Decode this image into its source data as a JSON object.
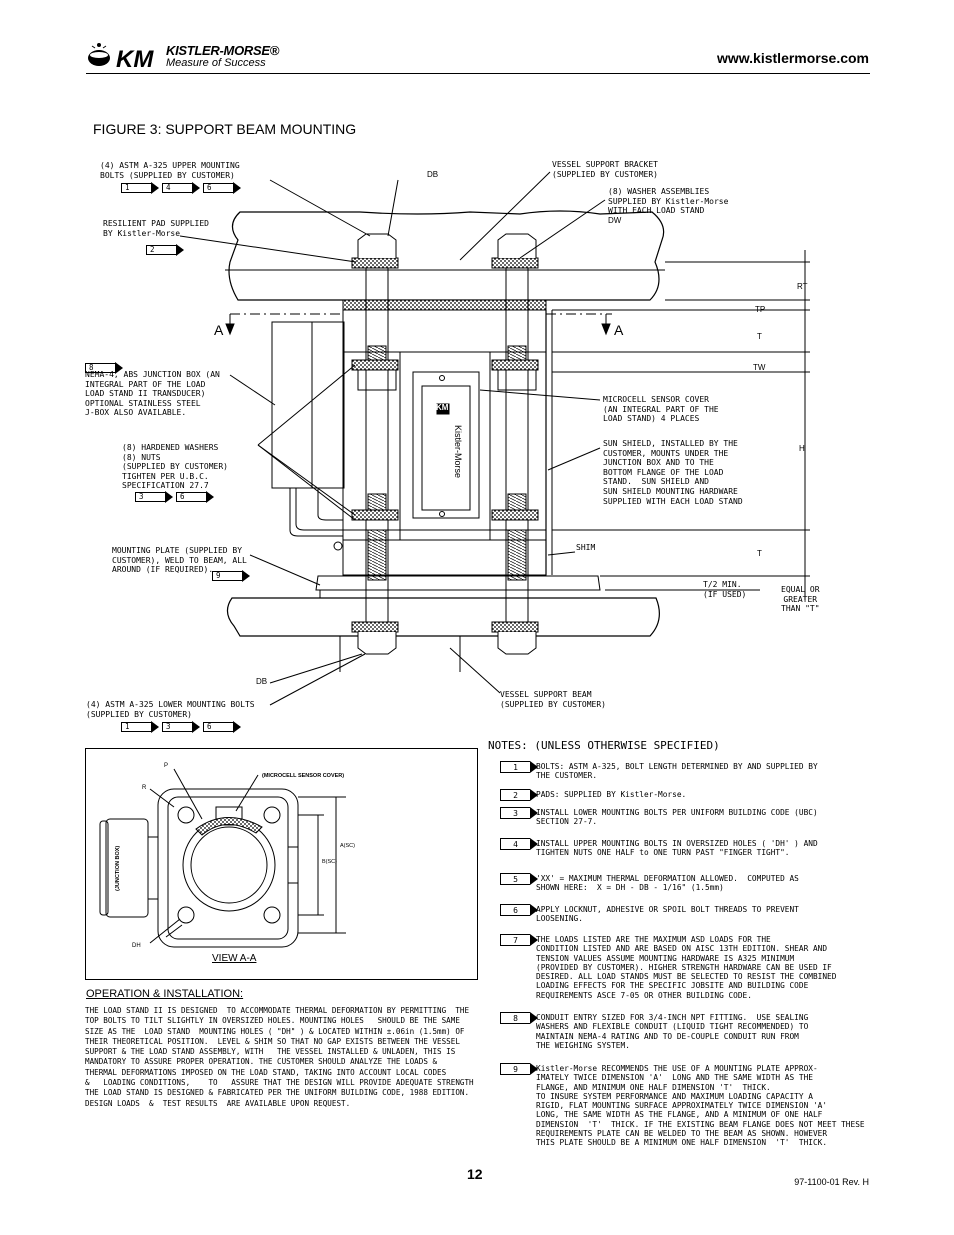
{
  "header": {
    "logo_mark": "KM",
    "logo_name": "KISTLER-MORSE®",
    "logo_tagline": "Measure of Success",
    "url": "www.kistlermorse.com"
  },
  "figure_title": "FIGURE 3: SUPPORT BEAM MOUNTING",
  "callouts": {
    "upper_bolts": "(4) ASTM A-325 UPPER MOUNTING\nBOLTS (SUPPLIED BY CUSTOMER)",
    "upper_bolts_refs": [
      "1",
      "4",
      "6"
    ],
    "resilient_pad": "RESILIENT PAD SUPPLIED\nBY Kistler-Morse",
    "resilient_pad_refs": [
      "2"
    ],
    "junction_box": "NEMA-4, ABS JUNCTION BOX (AN\nINTEGRAL PART OF THE LOAD\nLOAD STAND II TRANSDUCER)\nOPTIONAL STAINLESS STEEL\nJ-BOX ALSO AVAILABLE.",
    "junction_box_refs": [
      "8"
    ],
    "washers": "(8) HARDENED WASHERS\n(8) NUTS\n(SUPPLIED BY CUSTOMER)\nTIGHTEN PER U.B.C.\nSPECIFICATION 27.7",
    "washers_refs": [
      "3",
      "6"
    ],
    "mounting_plate": "MOUNTING PLATE (SUPPLIED BY\nCUSTOMER), WELD TO BEAM, ALL\nAROUND (IF REQUIRED).",
    "mounting_plate_refs": [
      "9"
    ],
    "lower_bolts": "(4) ASTM A-325 LOWER MOUNTING BOLTS\n(SUPPLIED BY CUSTOMER)",
    "lower_bolts_refs": [
      "1",
      "3",
      "6"
    ],
    "vessel_bracket": "VESSEL SUPPORT BRACKET\n(SUPPLIED BY CUSTOMER)",
    "washer_assemblies": "(8) WASHER ASSEMBLIES\nSUPPLIED BY Kistler-Morse\nWITH EACH LOAD STAND",
    "microcell_cover": "MICROCELL SENSOR COVER\n(AN INTEGRAL PART OF THE\nLOAD STAND) 4 PLACES",
    "sun_shield": "SUN SHIELD, INSTALLED BY THE\nCUSTOMER, MOUNTS UNDER THE\nJUNCTION BOX AND TO THE\nBOTTOM FLANGE OF THE LOAD\nSTAND.  SUN SHIELD AND\nSUN SHIELD MOUNTING HARDWARE\nSUPPLIED WITH EACH LOAD STAND",
    "shim": "SHIM",
    "t2_min": "T/2 MIN.\n(IF USED)",
    "equal_greater": "EQUAL OR\nGREATER\nTHAN \"T\"",
    "vessel_beam": "VESSEL SUPPORT BEAM\n(SUPPLIED BY CUSTOMER)",
    "brand_on_body": "Kistler-Morse",
    "brand_mark_on_body": "KM",
    "db_top": "DB",
    "db_bottom": "DB",
    "dw": "DW",
    "rt": "RT",
    "tp": "TP",
    "t_top": "T",
    "tw": "TW",
    "h": "H",
    "t_bottom": "T",
    "section_a": "A"
  },
  "view_aa": {
    "title": "VIEW A-A",
    "p": "P",
    "r": "R",
    "microcell": "(MICROCELL SENSOR COVER)",
    "junction_box": "(JUNCTION BOX)",
    "a_sc": "A(SC)",
    "b_sc": "B(SC)",
    "dh": "DH"
  },
  "notes": {
    "header": "NOTES:  (UNLESS OTHERWISE SPECIFIED)",
    "items": [
      {
        "num": "1",
        "text": "BOLTS: ASTM A-325, BOLT LENGTH DETERMINED BY AND SUPPLIED BY\nTHE CUSTOMER."
      },
      {
        "num": "2",
        "text": "PADS: SUPPLIED BY Kistler-Morse."
      },
      {
        "num": "3",
        "text": "INSTALL LOWER MOUNTING BOLTS PER UNIFORM BUILDING CODE (UBC)\nSECTION 27-7."
      },
      {
        "num": "4",
        "text": "INSTALL UPPER MOUNTING BOLTS IN OVERSIZED HOLES ( 'DH' ) AND\nTIGHTEN NUTS ONE HALF to ONE TURN PAST \"FINGER TIGHT\"."
      },
      {
        "num": "5",
        "text": "'XX' = MAXIMUM THERMAL DEFORMATION ALLOWED.  COMPUTED AS\nSHOWN HERE:  X = DH - DB - 1/16\" (1.5mm)"
      },
      {
        "num": "6",
        "text": "APPLY LOCKNUT, ADHESIVE OR SPOIL BOLT THREADS TO PREVENT\nLOOSENING."
      },
      {
        "num": "7",
        "text": "THE LOADS LISTED ARE THE MAXIMUM ASD LOADS FOR THE\nCONDITION LISTED AND ARE BASED ON AISC 13TH EDITION. SHEAR AND\nTENSION VALUES ASSUME MOUNTING HARDWARE IS A325 MINIMUM\n(PROVIDED BY CUSTOMER). HIGHER STRENGTH HARDWARE CAN BE USED IF\nDESIRED. ALL LOAD STANDS MUST BE SELECTED TO RESIST THE COMBINED\nLOADING EFFECTS FOR THE SPECIFIC JOBSITE AND BUILDING CODE\nREQUIREMENTS ASCE 7-05 OR OTHER BUILDING CODE."
      },
      {
        "num": "8",
        "text": "CONDUIT ENTRY SIZED FOR 3/4-INCH NPT FITTING.  USE SEALING\nWASHERS AND FLEXIBLE CONDUIT (LIQUID TIGHT RECOMMENDED) TO\nMAINTAIN NEMA-4 RATING AND TO DE-COUPLE CONDUIT RUN FROM\nTHE WEIGHING SYSTEM."
      },
      {
        "num": "9",
        "text": "Kistler-Morse RECOMMENDS THE USE OF A MOUNTING PLATE APPROX-\nIMATELY TWICE DIMENSION 'A'  LONG AND THE SAME WIDTH AS THE\nFLANGE, AND MINIMUM ONE HALF DIMENSION 'T'  THICK.\nTO INSURE SYSTEM PERFORMANCE AND MAXIMUM LOADING CAPACITY A\nRIGID, FLAT MOUNTING SURFACE APPROXIMATELY TWICE DIMENSION 'A'\nLONG, THE SAME WIDTH AS THE FLANGE, AND A MINIMUM OF ONE HALF\nDIMENSION  'T'  THICK. IF THE EXISTING BEAM FLANGE DOES NOT MEET THESE\nREQUIREMENTS PLATE CAN BE WELDED TO THE BEAM AS SHOWN. HOWEVER\nTHIS PLATE SHOULD BE A MINIMUM ONE HALF DIMENSION  'T'  THICK."
      }
    ]
  },
  "operation": {
    "title": "OPERATION & INSTALLATION:",
    "body": "THE LOAD STAND II IS DESIGNED  TO ACCOMMODATE THERMAL DEFORMATION BY PERMITTING  THE\nTOP BOLTS TO TILT SLIGHTLY IN OVERSIZED HOLES. MOUNTING HOLES   SHOULD BE THE SAME\nSIZE AS THE  LOAD STAND  MOUNTING HOLES ( \"DH\" ) & LOCATED WITHIN ±.06in (1.5mm) OF\nTHEIR THEORETICAL POSITION.  LEVEL & SHIM SO THAT NO GAP EXISTS BETWEEN THE VESSEL\nSUPPORT & THE LOAD STAND ASSEMBLY, WITH   THE VESSEL INSTALLED & UNLADEN, THIS IS\nMANDATORY TO ASSURE PROPER OPERATION. THE CUSTOMER SHOULD ANALYZE THE LOADS &\nTHERMAL DEFORMATIONS IMPOSED ON THE LOAD STAND, TAKING INTO ACCOUNT LOCAL CODES\n&   LOADING CONDITIONS,    TO   ASSURE THAT THE DESIGN WILL PROVIDE ADEQUATE STRENGTH\nTHE LOAD STAND IS DESIGNED & FABRICATED PER THE UNIFORM BUILDING CODE, 1988 EDITION.\nDESIGN LOADS  &  TEST RESULTS  ARE AVAILABLE UPON REQUEST."
  },
  "footer": {
    "page_number": "12",
    "revision": "97-1100-01 Rev. H"
  }
}
